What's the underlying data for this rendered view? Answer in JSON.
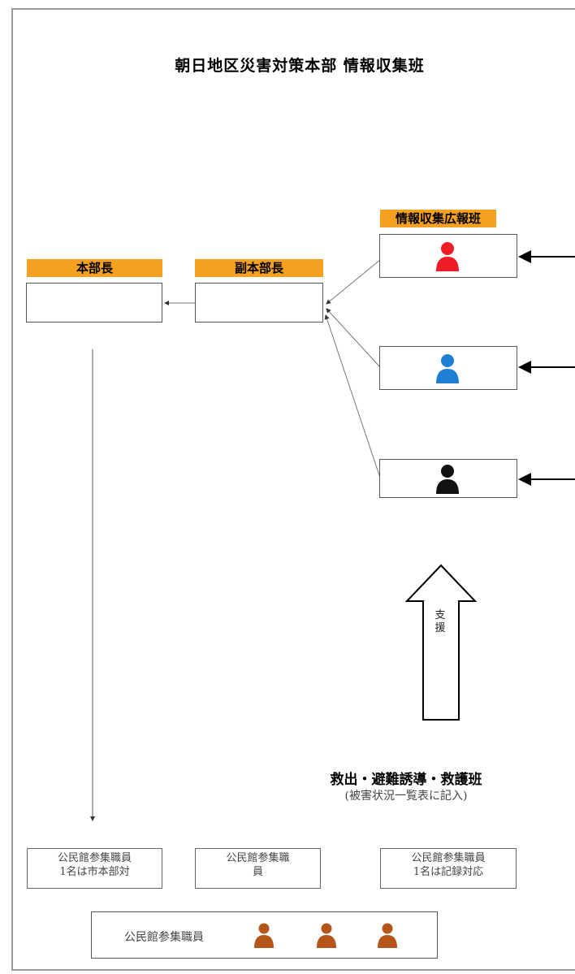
{
  "title": "朝日地区災害対策本部 情報収集班",
  "labels": {
    "chief": "本部長",
    "deputy": "副本部長",
    "info_team": "情報収集広報班"
  },
  "rescue": {
    "title": "救出・避難誘導・救護班",
    "subtitle": "(被害状況一覧表に記入)"
  },
  "support_text": "支援",
  "staff_boxes": [
    {
      "line1": "公民館参集職員",
      "line2": "1名は市本部対"
    },
    {
      "line1": "公民館参集職",
      "line2": "員"
    },
    {
      "line1": "公民館参集職員",
      "line2": "1名は記録対応"
    }
  ],
  "bottom_staff_label": "公民館参集職員",
  "colors": {
    "label_orange": "#f5a01e",
    "person_red": "#ee1c24",
    "person_blue": "#1f7fd4",
    "person_black": "#111111",
    "person_brown": "#b5551a"
  },
  "icons": [
    "person-icon-red",
    "person-icon-blue",
    "person-icon-black",
    "person-icon-brown"
  ]
}
